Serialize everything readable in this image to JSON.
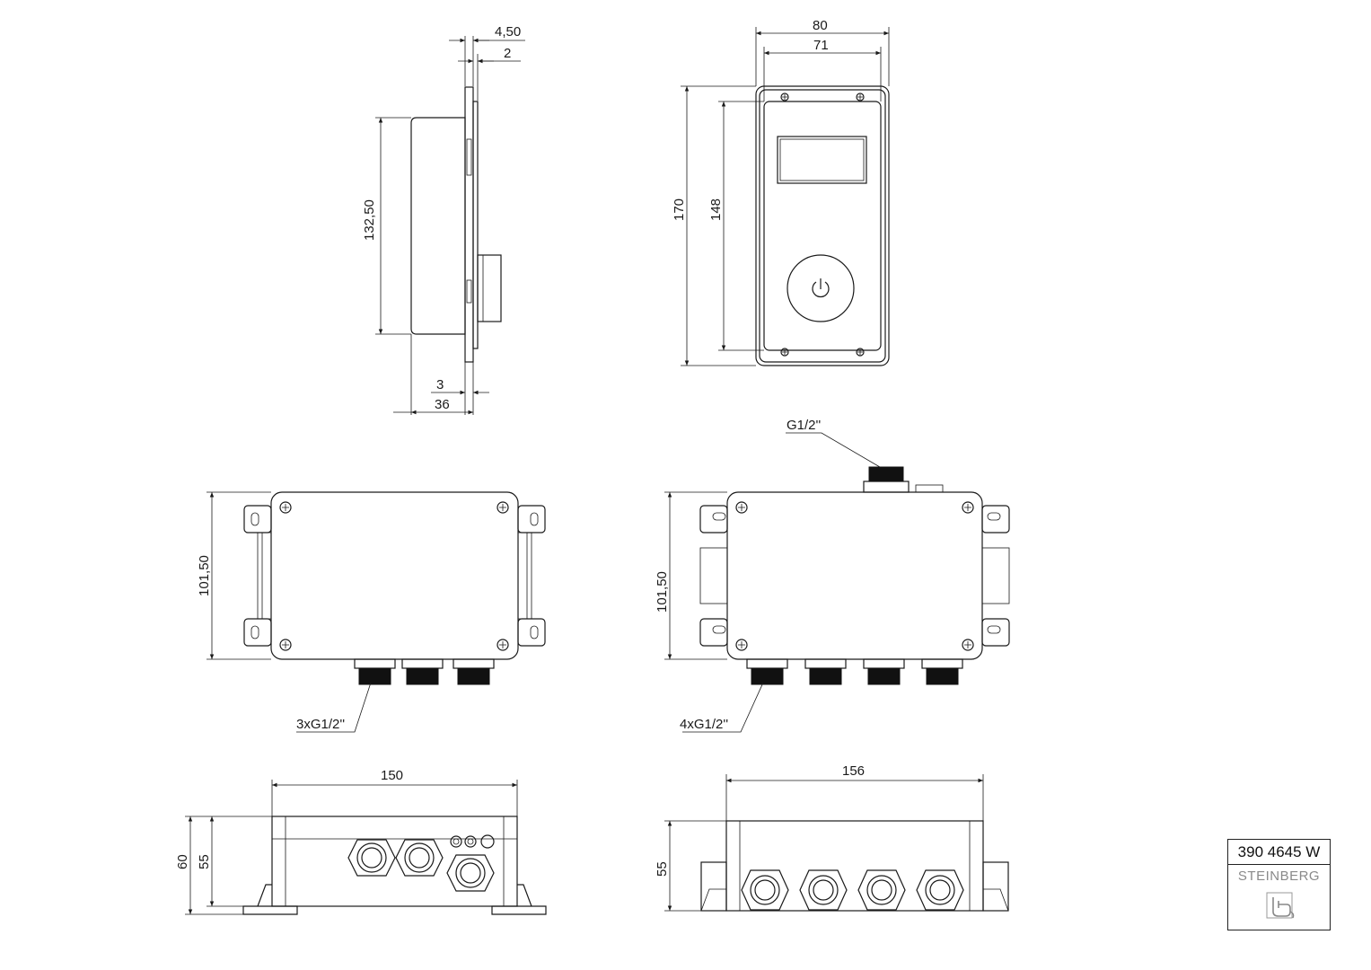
{
  "dimensions": {
    "side_top_a": "4,50",
    "side_top_b": "2",
    "side_height": "132,50",
    "side_bottom_a": "3",
    "side_bottom_b": "36",
    "front_outer_width": "80",
    "front_inner_width": "71",
    "front_outer_height": "170",
    "front_inner_height": "148",
    "box1_height": "101,50",
    "box2_height": "101,50",
    "box2_top_port": "G1/2''",
    "box1_ports": "3xG1/2''",
    "box2_ports": "4xG1/2''",
    "bottom1_width": "150",
    "bottom1_height_outer": "60",
    "bottom1_height_inner": "55",
    "bottom2_width": "156",
    "bottom2_height": "55"
  },
  "title_block": {
    "code": "390 4645 W",
    "brand": "STEINBERG",
    "logo_icon": "tap-logo-icon"
  }
}
